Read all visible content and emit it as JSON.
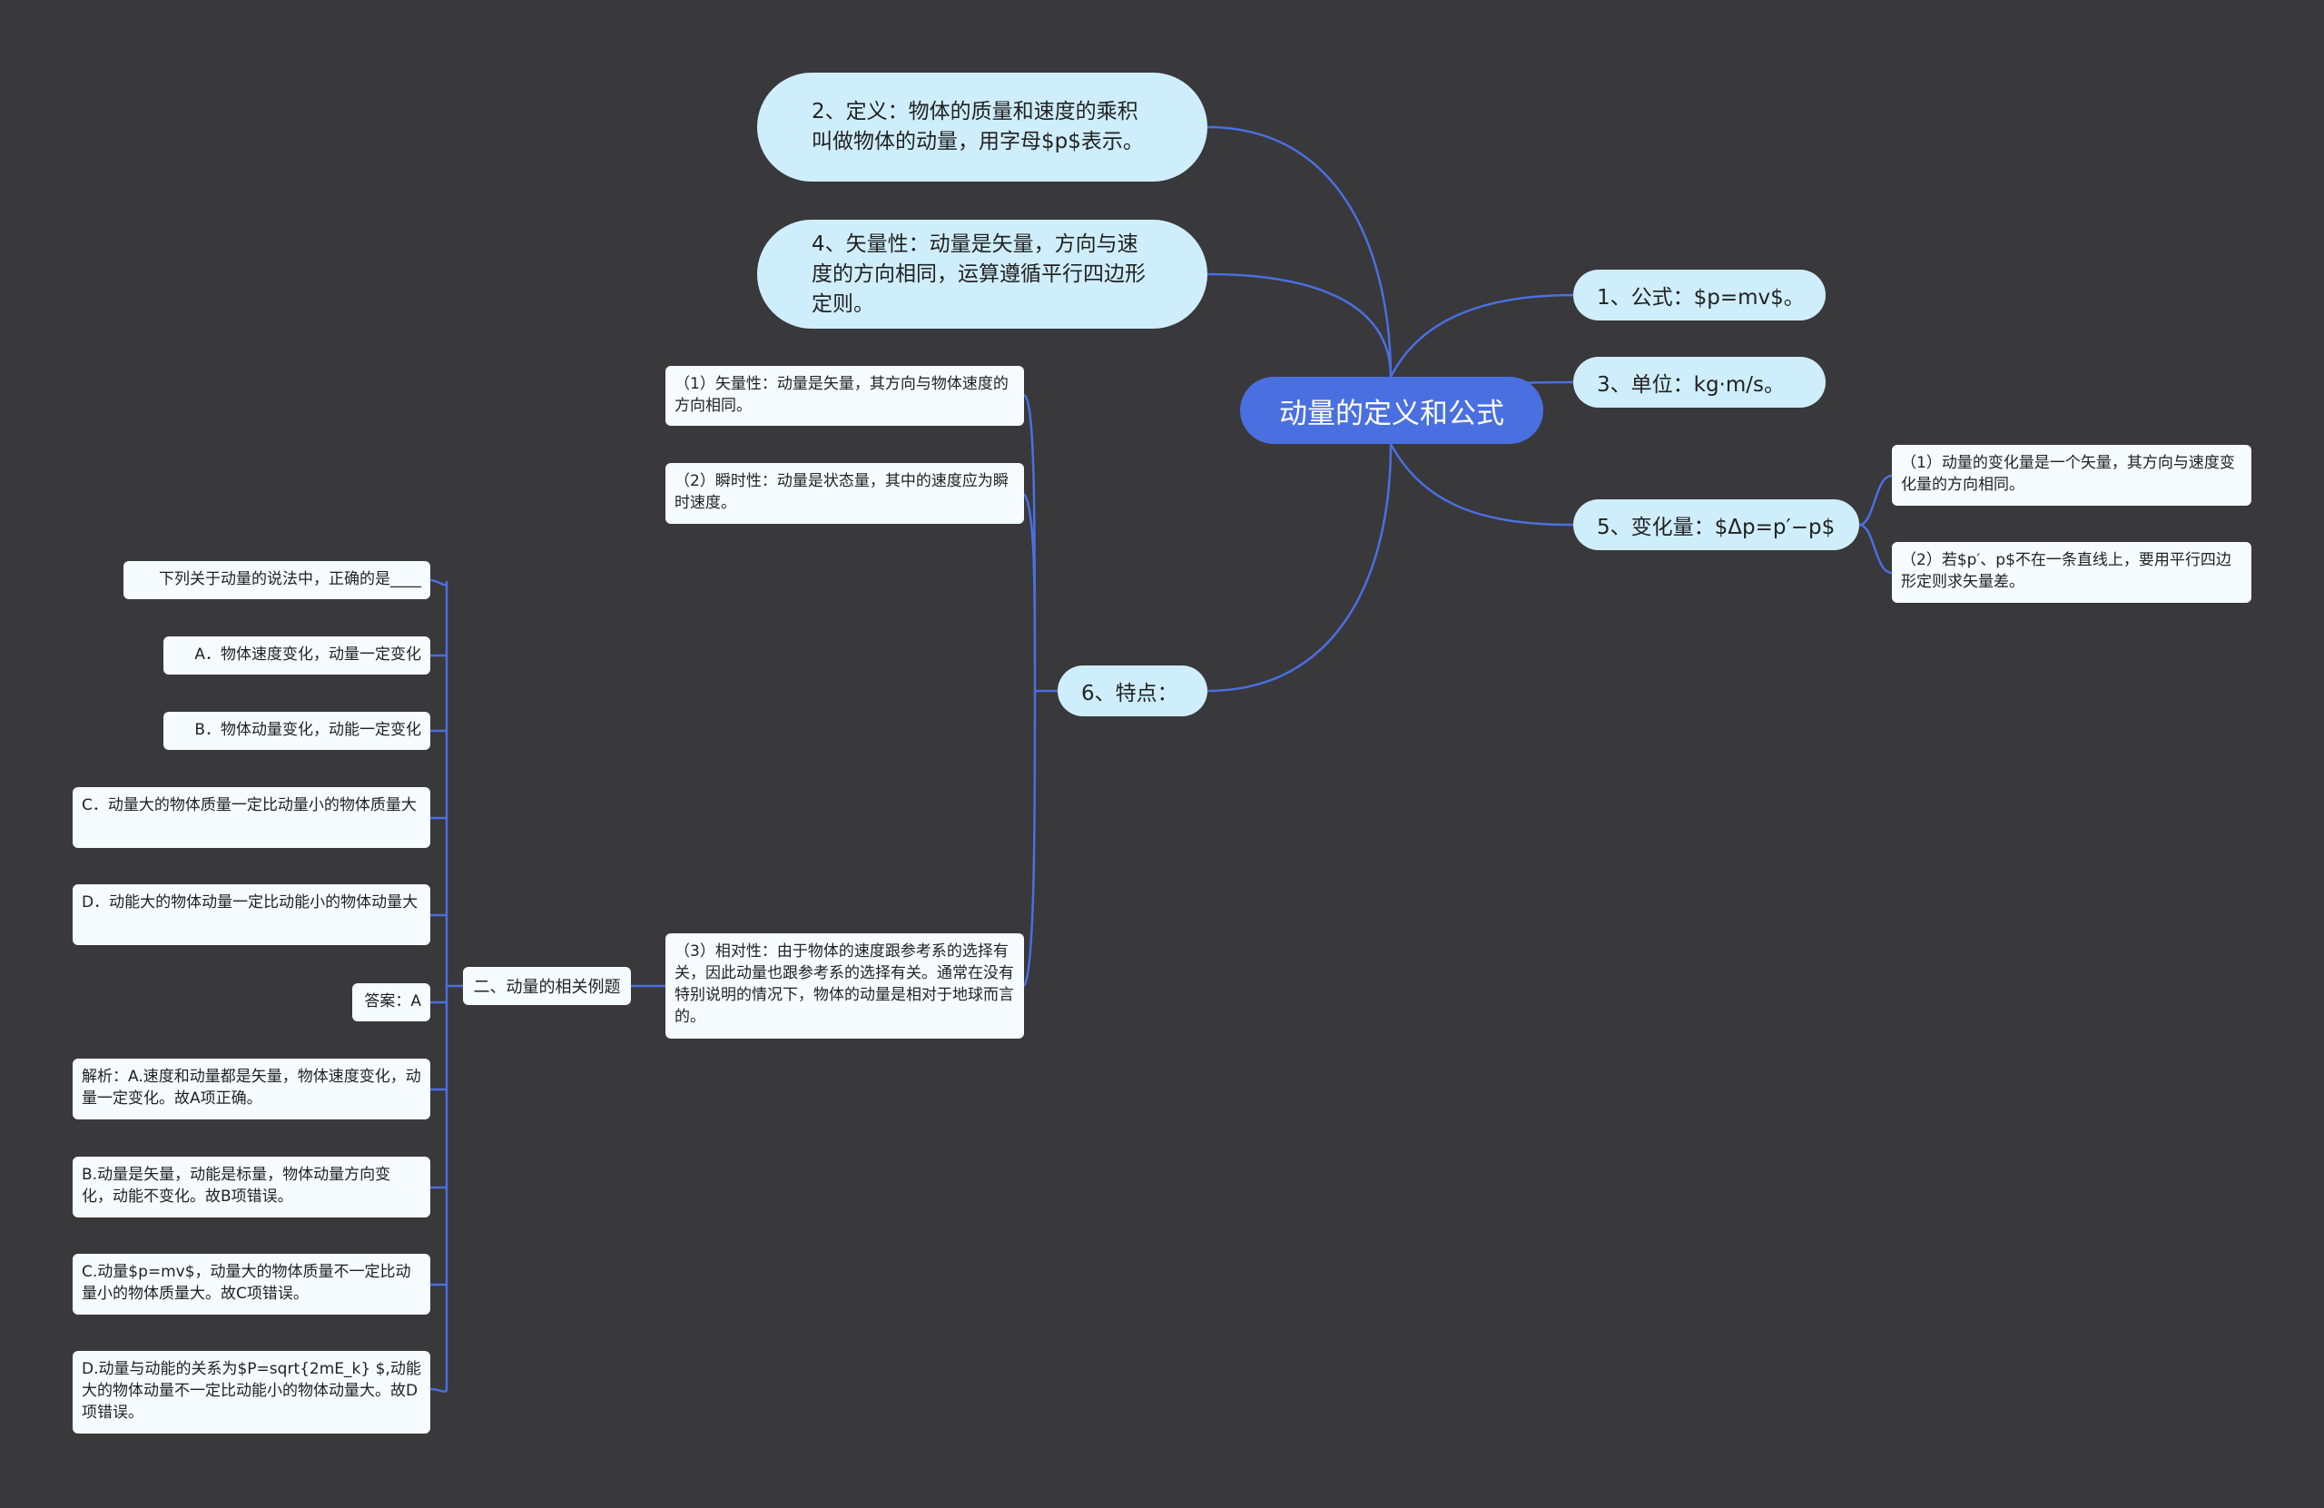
{
  "root": {
    "label": "动量的定义和公式"
  },
  "definition": "2、定义：物体的质量和速度的乘积叫做物体的动量，用字母$p$表示。",
  "vector": "4、矢量性：动量是矢量，方向与速度的方向相同，运算遵循平行四边形定则。",
  "formula": "1、公式：$p=mv$。",
  "unit": "3、单位：kg·m/s。",
  "change": {
    "label": "5、变化量：$Δp=p′−p$",
    "items": [
      "（1）动量的变化量是一个矢量，其方向与速度变化量的方向相同。",
      "（2）若$p′、p$不在一条直线上，要用平行四边形定则求矢量差。"
    ]
  },
  "features": {
    "label": "6、特点：",
    "items": [
      "（1）矢量性：动量是矢量，其方向与物体速度的方向相同。",
      "（2）瞬时性：动量是状态量，其中的速度应为瞬时速度。",
      "（3）相对性：由于物体的速度跟参考系的选择有关，因此动量也跟参考系的选择有关。通常在没有特别说明的情况下，物体的动量是相对于地球而言的。"
    ]
  },
  "examples": {
    "label": "二、动量的相关例题",
    "items": [
      "下列关于动量的说法中，正确的是____",
      "A．物体速度变化，动量一定变化",
      "B．物体动量变化，动能一定变化",
      "C．动量大的物体质量一定比动量小的物体质量大",
      "D．动能大的物体动量一定比动能小的物体动量大",
      "答案：A",
      "解析：A.速度和动量都是矢量，物体速度变化，动量一定变化。故A项正确。",
      "B.动量是矢量，动能是标量，物体动量方向变化，动能不变化。故B项错误。",
      "C.动量$p=mv$，动量大的物体质量不一定比动量小的物体质量大。故C项错误。",
      "D.动量与动能的关系为$P=sqrt{2mE_k} $,动能大的物体动量不一定比动能小的物体动量大。故D项错误。"
    ]
  },
  "colors": {
    "background": "#39383b",
    "root": "#4a6fe0",
    "node": "#cfeefc",
    "leaf": "#f5fbff",
    "link": "#4a6fe0"
  }
}
